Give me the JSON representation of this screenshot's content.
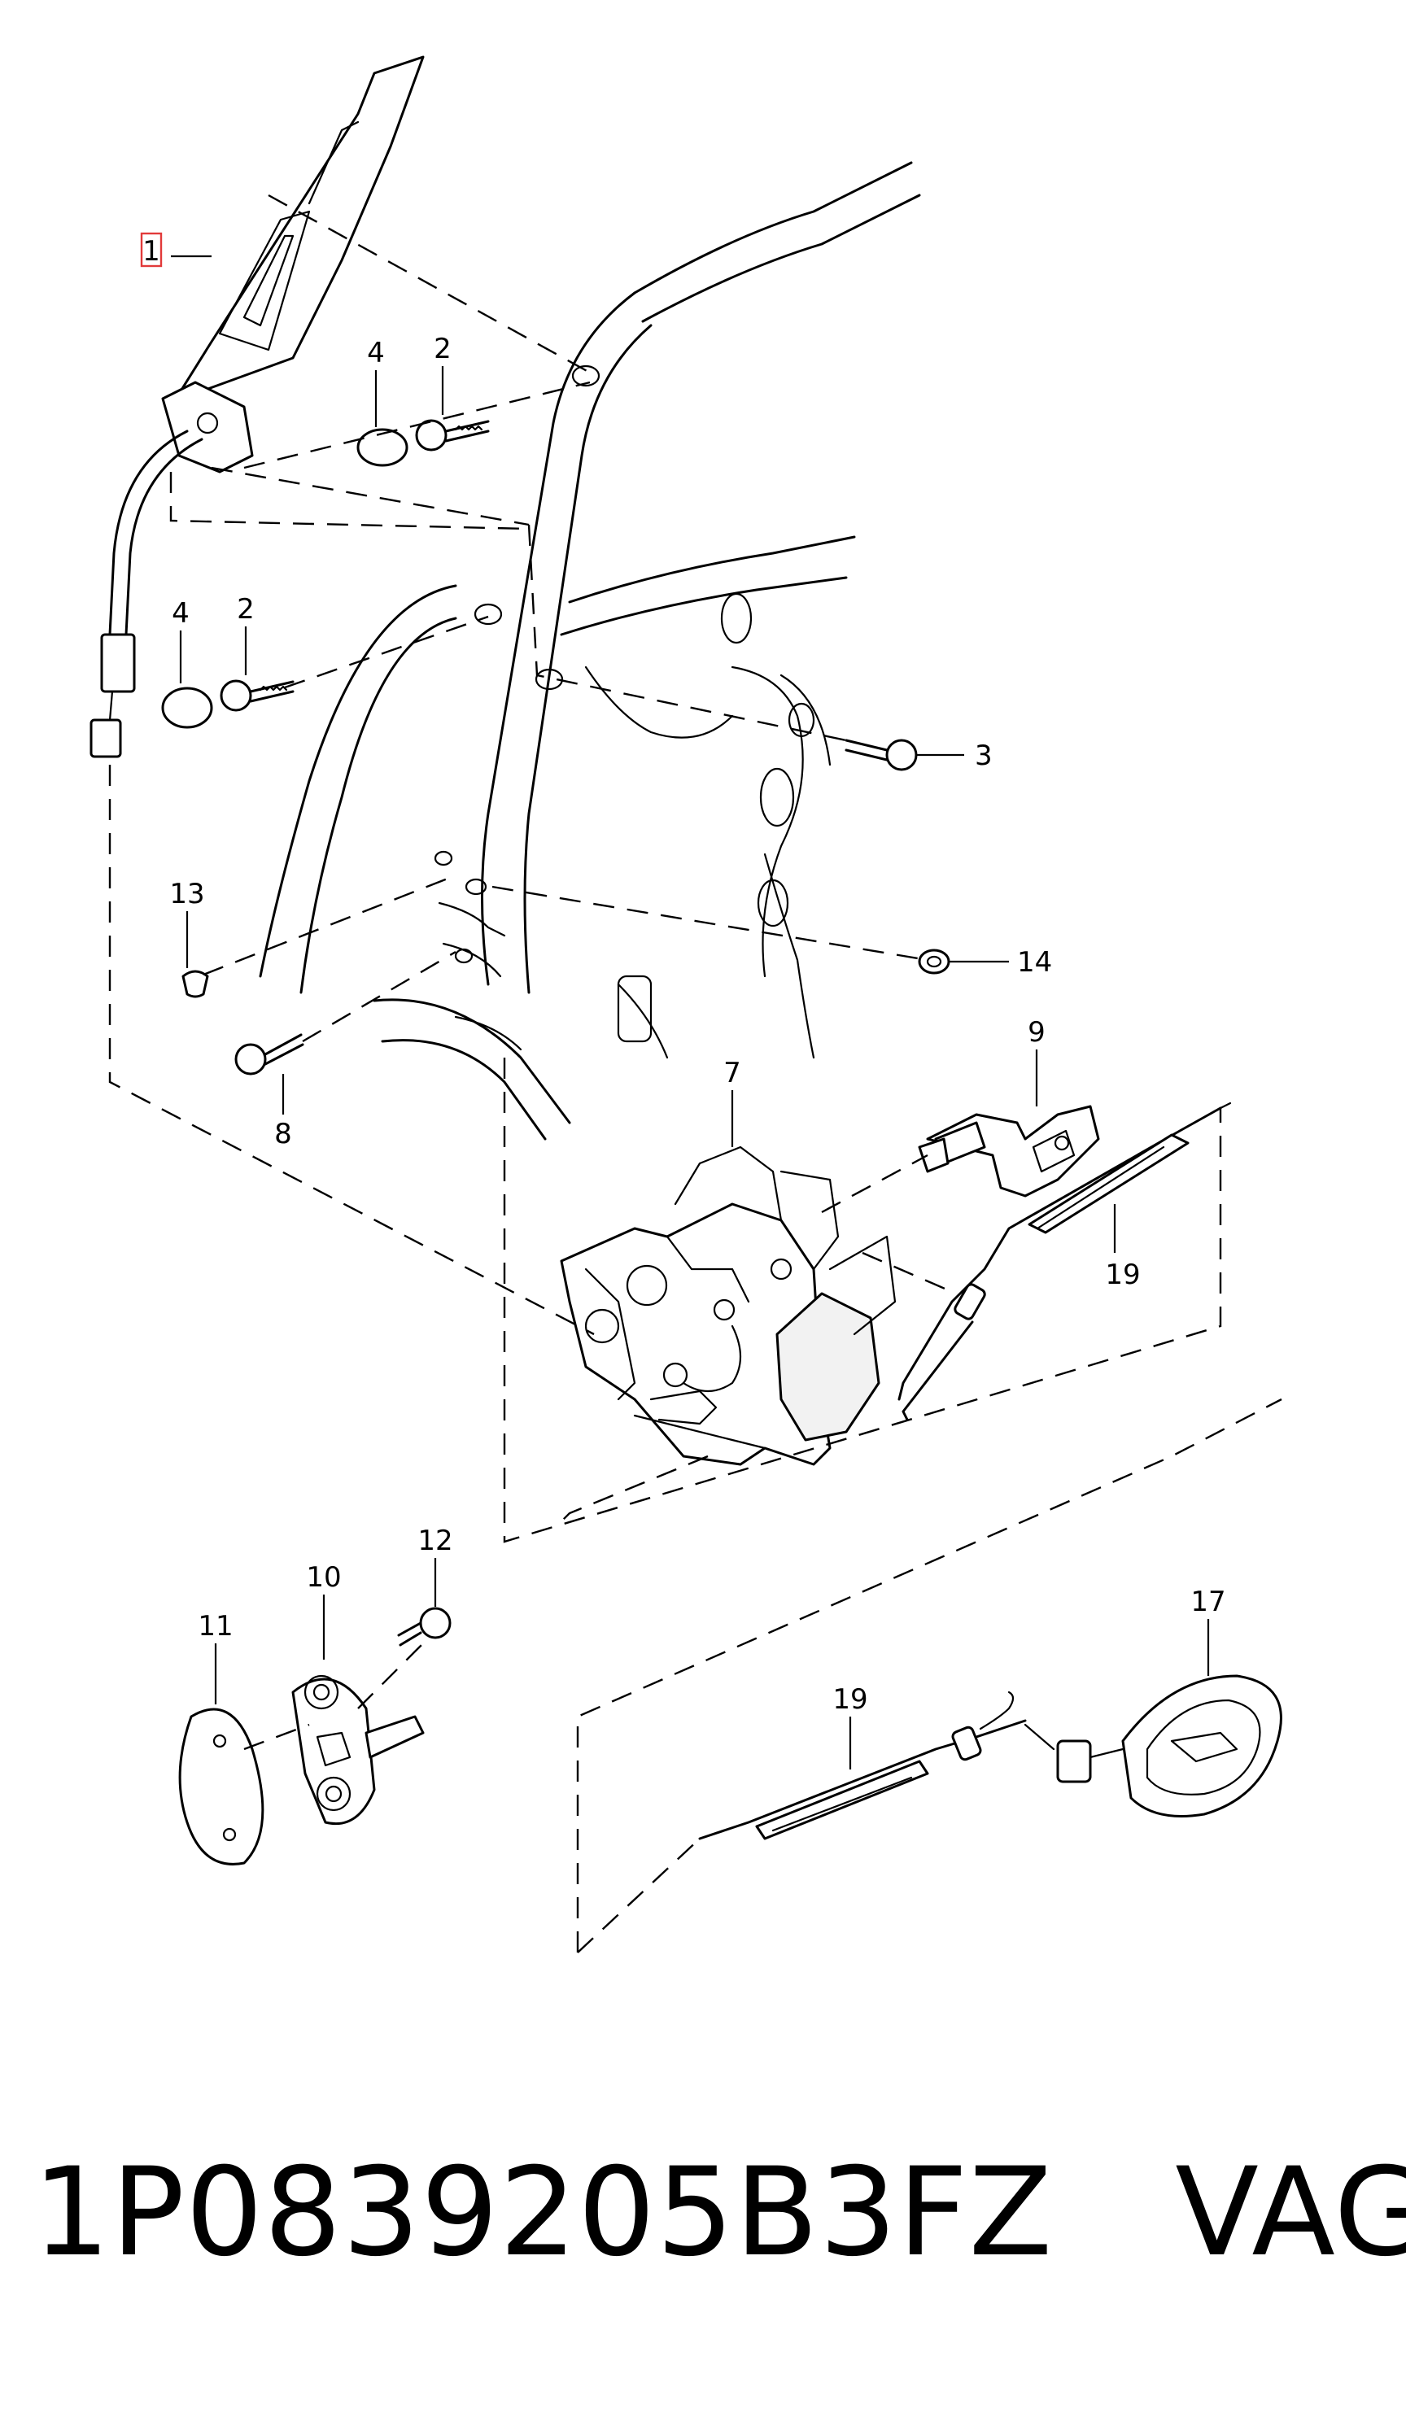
{
  "callouts": {
    "c1": "1",
    "c2a": "2",
    "c2b": "2",
    "c3": "3",
    "c4a": "4",
    "c4b": "4",
    "c7": "7",
    "c8": "8",
    "c9": "9",
    "c10": "10",
    "c11": "11",
    "c12": "12",
    "c13": "13",
    "c14": "14",
    "c17": "17",
    "c19a": "19",
    "c19b": "19"
  },
  "footer": {
    "part_number": "1P0839205B3FZ",
    "brand": "VAG"
  },
  "colors": {
    "ink": "#000000",
    "highlight_box": "#e23a3a",
    "background": "#ffffff"
  }
}
